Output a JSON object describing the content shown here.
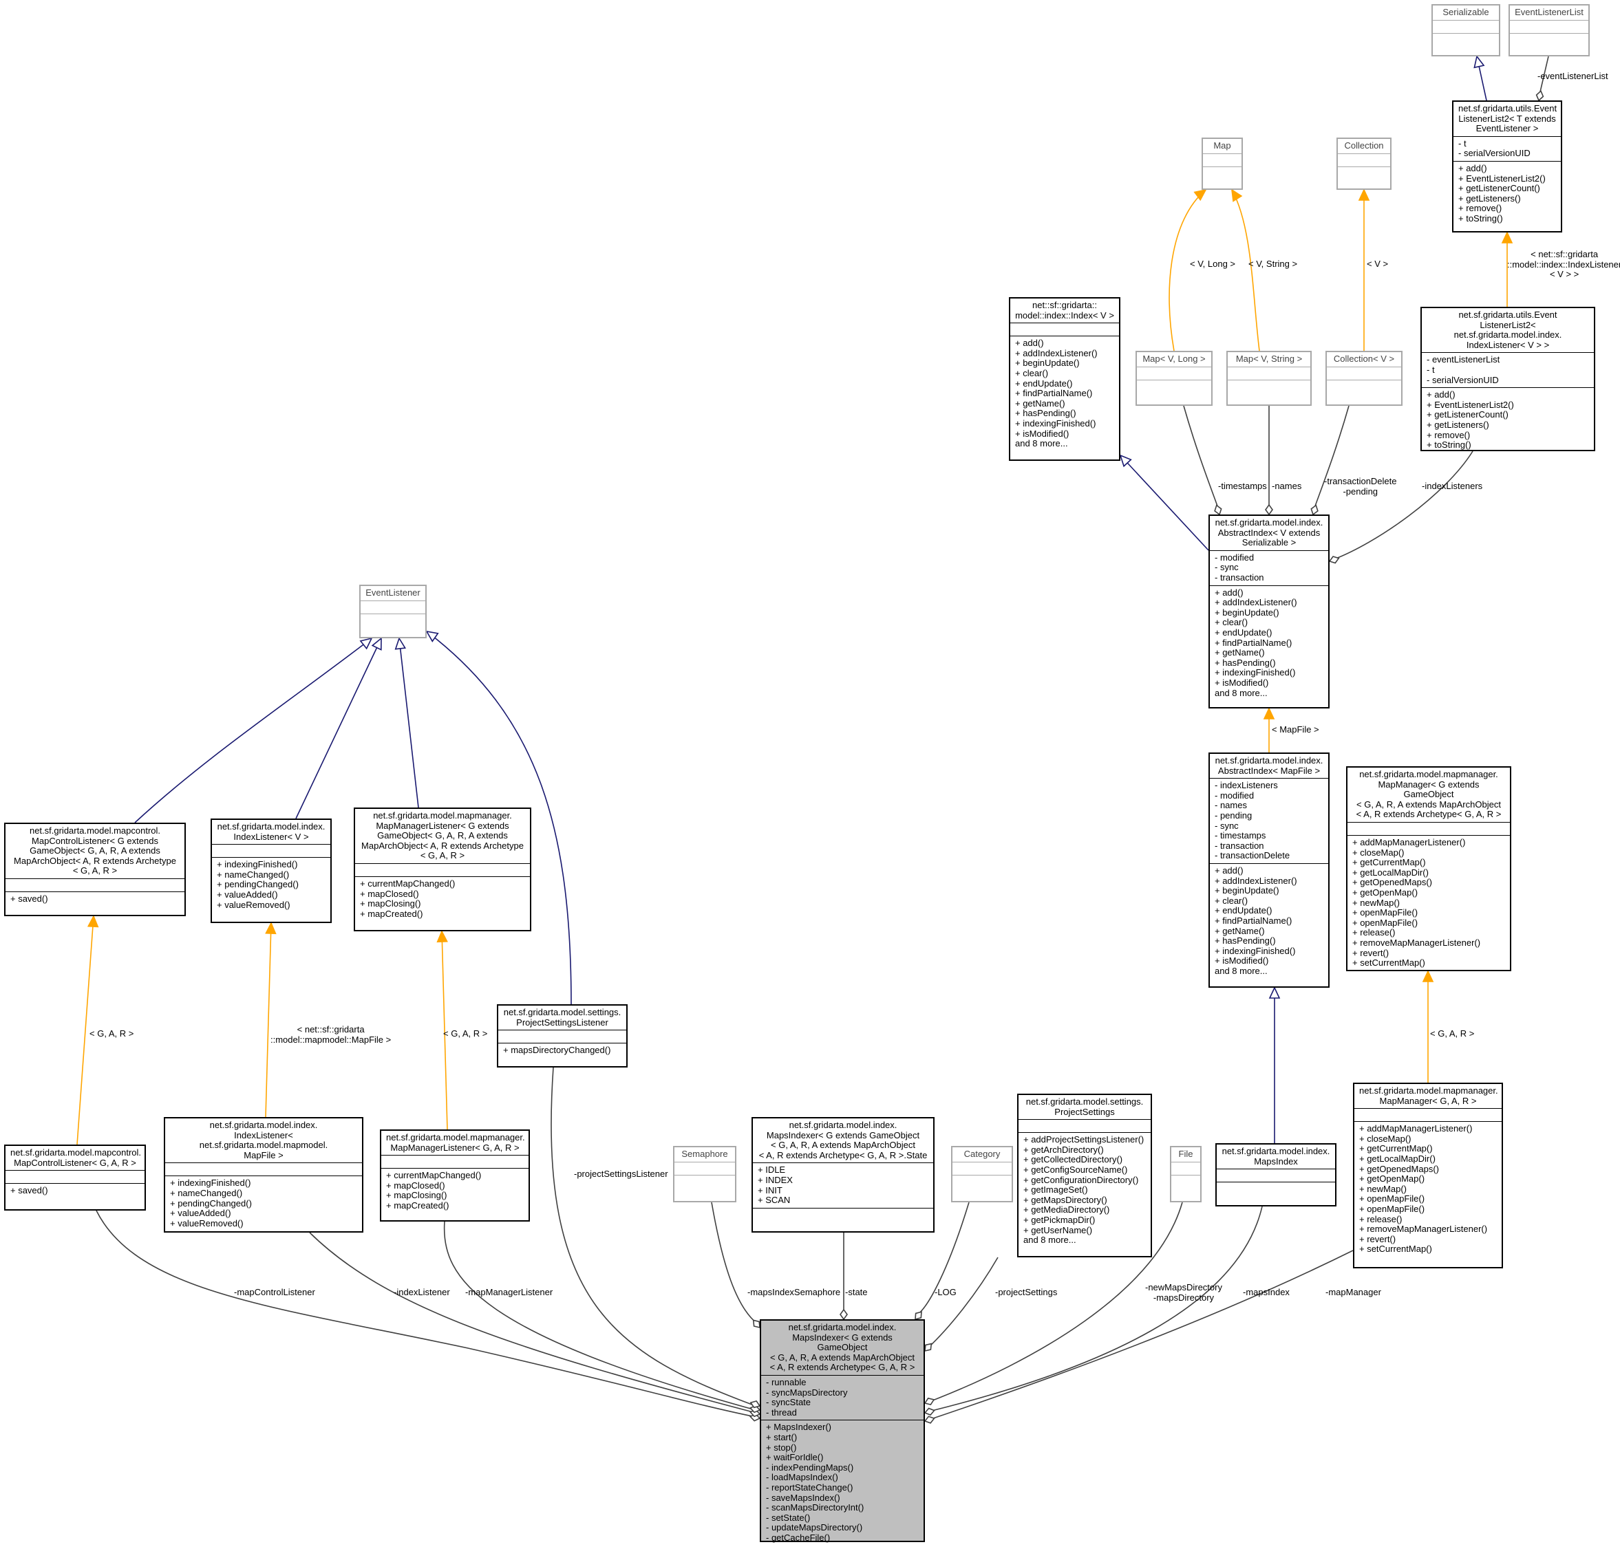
{
  "nodes": [
    {
      "id": "serializable",
      "title": "Serializable",
      "attrs": [],
      "methods": [],
      "grey": true
    },
    {
      "id": "eventlistenerlist",
      "title": "EventListenerList",
      "attrs": [],
      "methods": [],
      "grey": true
    },
    {
      "id": "ell2t",
      "title": "net.sf.gridarta.utils.Event\nListenerList2< T extends\nEventListener >",
      "attrs": [
        "- t",
        "- serialVersionUID"
      ],
      "methods": [
        "+ add()",
        "+ EventListenerList2()",
        "+ getListenerCount()",
        "+ getListeners()",
        "+ remove()",
        "+ toString()"
      ]
    },
    {
      "id": "map",
      "title": "Map",
      "attrs": [],
      "methods": [],
      "grey": true
    },
    {
      "id": "collection",
      "title": "Collection",
      "attrs": [],
      "methods": [],
      "grey": true
    },
    {
      "id": "ell2idx",
      "title": "net.sf.gridarta.utils.Event\nListenerList2< net.sf.gridarta.model.index.\nIndexListener< V > >",
      "attrs": [
        "- eventListenerList",
        "- t",
        "- serialVersionUID"
      ],
      "methods": [
        "+ add()",
        "+ EventListenerList2()",
        "+ getListenerCount()",
        "+ getListeners()",
        "+ remove()",
        "+ toString()"
      ]
    },
    {
      "id": "indexv",
      "title": "net::sf::gridarta::\nmodel::index::Index< V >",
      "attrs": [],
      "methods": [
        "+ add()",
        "+ addIndexListener()",
        "+ beginUpdate()",
        "+ clear()",
        "+ endUpdate()",
        "+ findPartialName()",
        "+ getName()",
        "+ hasPending()",
        "+ indexingFinished()",
        "+ isModified()",
        "and 8 more..."
      ]
    },
    {
      "id": "maplong",
      "title": "Map< V, Long >",
      "attrs": [],
      "methods": [],
      "grey": true
    },
    {
      "id": "mapstring",
      "title": "Map< V, String >",
      "attrs": [],
      "methods": [],
      "grey": true
    },
    {
      "id": "collectionv",
      "title": "Collection< V >",
      "attrs": [],
      "methods": [],
      "grey": true
    },
    {
      "id": "absidxv",
      "title": "net.sf.gridarta.model.index.\nAbstractIndex< V extends\nSerializable >",
      "attrs": [
        "- modified",
        "- sync",
        "- transaction"
      ],
      "methods": [
        "+ add()",
        "+ addIndexListener()",
        "+ beginUpdate()",
        "+ clear()",
        "+ endUpdate()",
        "+ findPartialName()",
        "+ getName()",
        "+ hasPending()",
        "+ indexingFinished()",
        "+ isModified()",
        "and 8 more..."
      ]
    },
    {
      "id": "eventlistener",
      "title": "EventListener",
      "attrs": [],
      "methods": [],
      "grey": true
    },
    {
      "id": "absidxmf",
      "title": "net.sf.gridarta.model.index.\nAbstractIndex< MapFile >",
      "attrs": [
        "- indexListeners",
        "- modified",
        "- names",
        "- pending",
        "- sync",
        "- timestamps",
        "- transaction",
        "- transactionDelete"
      ],
      "methods": [
        "+ add()",
        "+ addIndexListener()",
        "+ beginUpdate()",
        "+ clear()",
        "+ endUpdate()",
        "+ findPartialName()",
        "+ getName()",
        "+ hasPending()",
        "+ indexingFinished()",
        "+ isModified()",
        "and 8 more..."
      ]
    },
    {
      "id": "mapmanagergen",
      "title": "net.sf.gridarta.model.mapmanager.\nMapManager< G extends GameObject\n< G, A, R, A extends MapArchObject\n< A, R extends Archetype< G, A, R >",
      "attrs": [],
      "methods": [
        "+ addMapManagerListener()",
        "+ closeMap()",
        "+ getCurrentMap()",
        "+ getLocalMapDir()",
        "+ getOpenedMaps()",
        "+ getOpenMap()",
        "+ newMap()",
        "+ openMapFile()",
        "+ openMapFile()",
        "+ release()",
        "+ removeMapManagerListener()",
        "+ revert()",
        "+ setCurrentMap()"
      ]
    },
    {
      "id": "mclgen",
      "title": "net.sf.gridarta.model.mapcontrol.\nMapControlListener< G extends\nGameObject< G, A, R, A extends\nMapArchObject< A, R extends Archetype\n< G, A, R >",
      "attrs": [],
      "methods": [
        "+ saved()"
      ]
    },
    {
      "id": "idxlistenerv",
      "title": "net.sf.gridarta.model.index.\nIndexListener< V >",
      "attrs": [],
      "methods": [
        "+ indexingFinished()",
        "+ nameChanged()",
        "+ pendingChanged()",
        "+ valueAdded()",
        "+ valueRemoved()"
      ]
    },
    {
      "id": "mmlgen",
      "title": "net.sf.gridarta.model.mapmanager.\nMapManagerListener< G extends\nGameObject< G, A, R, A extends\nMapArchObject< A, R extends Archetype\n< G, A, R >",
      "attrs": [],
      "methods": [
        "+ currentMapChanged()",
        "+ mapClosed()",
        "+ mapClosing()",
        "+ mapCreated()"
      ]
    },
    {
      "id": "psl",
      "title": "net.sf.gridarta.model.settings.\nProjectSettingsListener",
      "attrs": [],
      "methods": [
        "+ mapsDirectoryChanged()"
      ]
    },
    {
      "id": "mcl",
      "title": "net.sf.gridarta.model.mapcontrol.\nMapControlListener< G, A, R >",
      "attrs": [],
      "methods": [
        "+ saved()"
      ]
    },
    {
      "id": "idxlistenermf",
      "title": "net.sf.gridarta.model.index.\nIndexListener< net.sf.gridarta.model.mapmodel.\nMapFile >",
      "attrs": [],
      "methods": [
        "+ indexingFinished()",
        "+ nameChanged()",
        "+ pendingChanged()",
        "+ valueAdded()",
        "+ valueRemoved()"
      ]
    },
    {
      "id": "mml",
      "title": "net.sf.gridarta.model.mapmanager.\nMapManagerListener< G, A, R >",
      "attrs": [],
      "methods": [
        "+ currentMapChanged()",
        "+ mapClosed()",
        "+ mapClosing()",
        "+ mapCreated()"
      ]
    },
    {
      "id": "semaphore",
      "title": "Semaphore",
      "attrs": [],
      "methods": [],
      "grey": true
    },
    {
      "id": "state",
      "title": "net.sf.gridarta.model.index.\nMapsIndexer< G extends GameObject\n< G, A, R, A extends MapArchObject\n< A, R extends Archetype< G, A, R >.State",
      "attrs": [
        "+ IDLE",
        "+ INDEX",
        "+ INIT",
        "+ SCAN"
      ],
      "methods": []
    },
    {
      "id": "category",
      "title": "Category",
      "attrs": [],
      "methods": [],
      "grey": true
    },
    {
      "id": "ps",
      "title": "net.sf.gridarta.model.settings.\nProjectSettings",
      "attrs": [],
      "methods": [
        "+ addProjectSettingsListener()",
        "+ getArchDirectory()",
        "+ getCollectedDirectory()",
        "+ getConfigSourceName()",
        "+ getConfigurationDirectory()",
        "+ getImageSet()",
        "+ getMapsDirectory()",
        "+ getMediaDirectory()",
        "+ getPickmapDir()",
        "+ getUserName()",
        "and 8 more..."
      ]
    },
    {
      "id": "file",
      "title": "File",
      "attrs": [],
      "methods": [],
      "grey": true
    },
    {
      "id": "mapsindex",
      "title": "net.sf.gridarta.model.index.\nMapsIndex",
      "attrs": [],
      "methods": []
    },
    {
      "id": "mapmanager",
      "title": "net.sf.gridarta.model.mapmanager.\nMapManager< G, A, R >",
      "attrs": [],
      "methods": [
        "+ addMapManagerListener()",
        "+ closeMap()",
        "+ getCurrentMap()",
        "+ getLocalMapDir()",
        "+ getOpenedMaps()",
        "+ getOpenMap()",
        "+ newMap()",
        "+ openMapFile()",
        "+ openMapFile()",
        "+ release()",
        "+ removeMapManagerListener()",
        "+ revert()",
        "+ setCurrentMap()"
      ]
    },
    {
      "id": "mapsindexer",
      "title": "net.sf.gridarta.model.index.\nMapsIndexer< G extends GameObject\n< G, A, R, A extends MapArchObject\n< A, R extends Archetype< G, A, R >",
      "attrs": [
        "- runnable",
        "- syncMapsDirectory",
        "- syncState",
        "- thread"
      ],
      "methods": [
        "+ MapsIndexer()",
        "+ start()",
        "+ stop()",
        "+ waitForIdle()",
        "- indexPendingMaps()",
        "- loadMapsIndex()",
        "- reportStateChange()",
        "- saveMapsIndex()",
        "- scanMapsDirectoryInt()",
        "- setState()",
        "- updateMapsDirectory()",
        "- getCacheFile()"
      ],
      "focus": true
    }
  ],
  "edge_labels": {
    "eventListenerList": "-eventListenerList",
    "ell2_binding": "< net::sf::gridarta\n::model::index::IndexListener\n< V > >",
    "vlong": "< V, Long >",
    "vstring": "< V, String >",
    "v": "< V >",
    "timestamps": "-timestamps",
    "names": "-names",
    "transactionDelete": "-transactionDelete\n-pending",
    "indexListeners": "-indexListeners",
    "mapfile": "< MapFile >",
    "gar_mcl": "< G, A, R >",
    "il_binding": "< net::sf::gridarta\n::model::mapmodel::MapFile >",
    "gar_mml": "< G, A, R >",
    "gar_mm": "< G, A, R >",
    "mapControlListener": "-mapControlListener",
    "indexListener": "-indexListener",
    "mapManagerListener": "-mapManagerListener",
    "projectSettingsListener": "-projectSettingsListener",
    "mapsIndexSemaphore": "-mapsIndexSemaphore",
    "state": "-state",
    "log": "-LOG",
    "projectSettings": "-projectSettings",
    "mapsDirectory": "-newMapsDirectory\n-mapsDirectory",
    "mapsIndex": "-mapsIndex",
    "mapManager": "-mapManager"
  },
  "colors": {
    "inheritance": "#191970",
    "template": "#ffa500",
    "usage": "#404040",
    "focus_fill": "#bfbfbf",
    "grey_border": "#a8a8a8"
  }
}
